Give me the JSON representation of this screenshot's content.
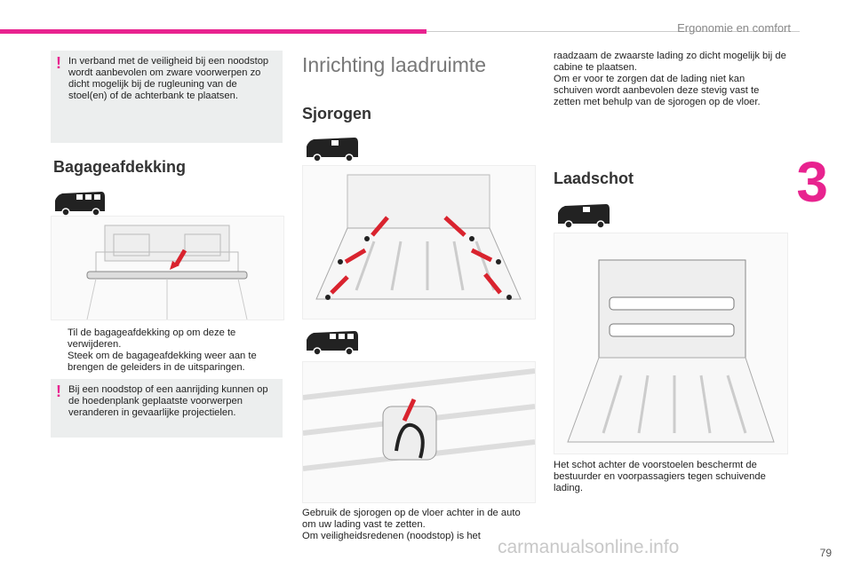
{
  "header": {
    "section_title": "Ergonomie en comfort",
    "chapter_number": "3",
    "page_number": "79"
  },
  "warning_top": {
    "text": "In verband met de veiligheid bij een noodstop wordt aanbevolen om zware voorwerpen zo dicht mogelijk bij de rugleuning van de stoel(en) of de achterbank te plaatsen."
  },
  "bagage": {
    "heading": "Bagageafdekking",
    "bullets": [
      "Til de bagageafdekking op om deze te verwijderen.",
      "Steek om de bagageafdekking weer aan te brengen de geleiders in de uitsparingen."
    ],
    "warning": "Bij een noodstop of een aanrijding kunnen op de hoedenplank geplaatste voorwerpen veranderen in gevaarlijke projectielen."
  },
  "inrichting": {
    "title": "Inrichting laadruimte",
    "sjorogen_heading": "Sjorogen",
    "caption": "Gebruik de sjorogen op de vloer achter in de auto om uw lading vast te zetten.\nOm veiligheidsredenen (noodstop) is het"
  },
  "right": {
    "continued": "raadzaam de zwaarste lading zo dicht mogelijk bij de cabine te plaatsen.\nOm er voor te zorgen dat de lading niet kan schuiven wordt aanbevolen deze stevig vast te zetten met behulp van de sjorogen op de vloer.",
    "laadschot_heading": "Laadschot",
    "laadschot_text": "Het schot achter de voorstoelen beschermt de bestuurder en voorpassagiers tegen schuivende lading."
  },
  "bullet_marker": "",
  "warning_marker": "!",
  "watermark": "carmanualsonline.info",
  "colors": {
    "accent": "#e8238f",
    "warn_bg": "#eceeee"
  },
  "icons": [
    "van-bus-icon",
    "van-cargo-icon",
    "arrow-icon"
  ]
}
